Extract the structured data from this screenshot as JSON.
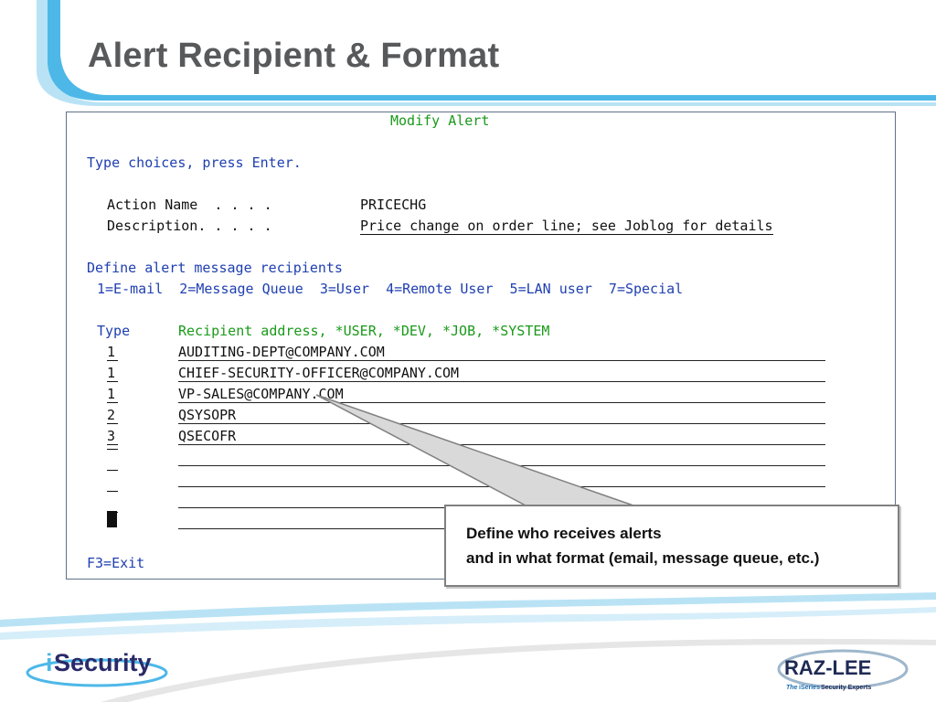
{
  "slide": {
    "title": "Alert Recipient & Format"
  },
  "terminal": {
    "screen_title": "Modify Alert",
    "instruction": "Type choices, press Enter.",
    "action_name_label": "Action Name  . . . .",
    "action_name_value": "PRICECHG",
    "description_label": "Description. . . . .",
    "description_value": "Price change on order line; see Joblog for details",
    "section_heading": "Define alert message recipients",
    "type_legend": "1=E-mail  2=Message Queue  3=User  4=Remote User  5=LAN user  7=Special",
    "col_type": "Type",
    "col_address": "Recipient address, *USER, *DEV, *JOB, *SYSTEM",
    "rows": [
      {
        "type": "1",
        "address": "AUDITING-DEPT@COMPANY.COM"
      },
      {
        "type": "1",
        "address": "CHIEF-SECURITY-OFFICER@COMPANY.COM"
      },
      {
        "type": "1",
        "address": "VP-SALES@COMPANY.COM"
      },
      {
        "type": "2",
        "address": "QSYSOPR"
      },
      {
        "type": "3",
        "address": "QSECOFR"
      },
      {
        "type": "",
        "address": ""
      },
      {
        "type": "",
        "address": ""
      },
      {
        "type": "",
        "address": ""
      },
      {
        "type": "",
        "address": ""
      }
    ],
    "function_keys": "F3=Exit"
  },
  "callout": {
    "line1": "Define who receives alerts",
    "line2": "and in what format (email, message queue, etc.)"
  },
  "footer": {
    "logo_left_i": "i",
    "logo_left_rest": "Security",
    "logo_right": "RAZ-LEE",
    "logo_right_tagline_prefix": "The",
    "logo_right_tagline_brand": "iSeries",
    "logo_right_tagline_rest": "Security Experts"
  },
  "colors": {
    "title_gray": "#58595b",
    "accent_blue": "#4db8e8",
    "terminal_green": "#1a9a1a",
    "terminal_blue": "#1f3fb0"
  }
}
